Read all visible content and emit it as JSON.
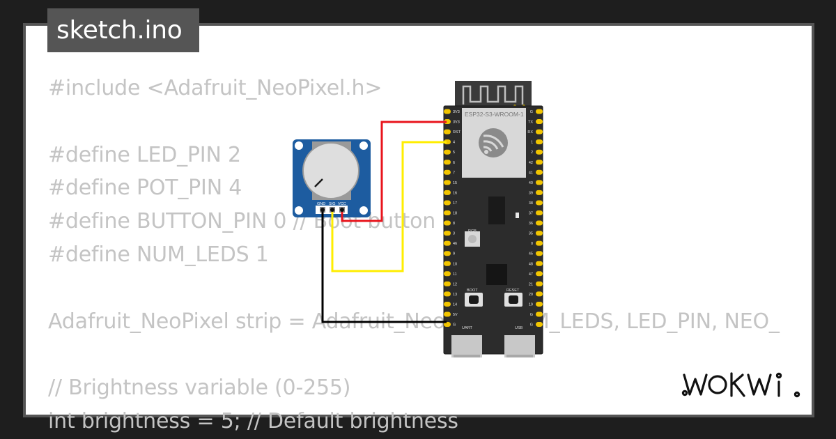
{
  "file_tab": {
    "label": "sketch.ino"
  },
  "code_lines": [
    "#include <Adafruit_NeoPixel.h>",
    "",
    "#define LED_PIN 2",
    "#define POT_PIN 4",
    "#define BUTTON_PIN 0 // Boot button",
    "#define NUM_LEDS 1",
    "",
    "Adafruit_NeoPixel strip = Adafruit_NeoPixel(NUM_LEDS, LED_PIN, NEO_",
    "",
    "// Brightness variable (0-255)",
    "int brightness = 5; // Default brightness"
  ],
  "potentiometer": {
    "pin_labels": [
      "GND",
      "SIG",
      "VCC"
    ]
  },
  "esp32": {
    "module_label": "ESP32-S3-WROOM-1",
    "left_pins": [
      "3V3",
      "3V3",
      "RST",
      "4",
      "5",
      "6",
      "7",
      "15",
      "16",
      "17",
      "18",
      "8",
      "3",
      "46",
      "9",
      "10",
      "11",
      "12",
      "13",
      "14",
      "5V",
      "G"
    ],
    "right_pins": [
      "G",
      "TX",
      "RX",
      "1",
      "2",
      "42",
      "41",
      "40",
      "39",
      "38",
      "37",
      "36",
      "35",
      "0",
      "45",
      "48",
      "47",
      "21",
      "20",
      "19",
      "G",
      "G"
    ],
    "rgb_label": "RGB",
    "boot_label": "BOOT",
    "reset_label": "RESET",
    "uart_label": "UART",
    "usb_label": "USB"
  },
  "wire_colors": {
    "vcc": "#e8141c",
    "signal": "#ffee00",
    "ground": "#000000"
  },
  "brand": {
    "logo_text": "WOKWi"
  }
}
